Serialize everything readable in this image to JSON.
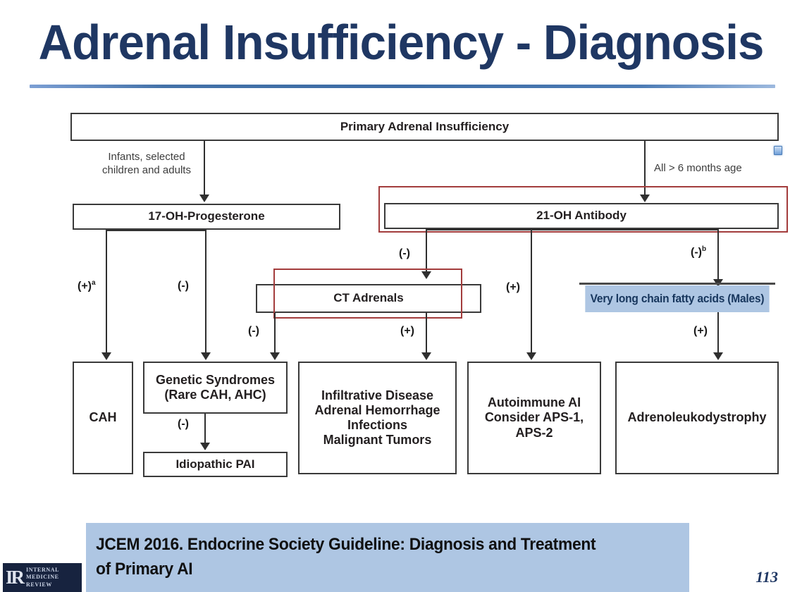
{
  "slide": {
    "title": "Adrenal Insufficiency - Diagnosis",
    "page_number": "113",
    "accent_color": "#1F3763",
    "rule_color": "#4472A8",
    "highlight_red": "#A33C3C",
    "highlight_blue": "#AEC6E3"
  },
  "diagram": {
    "root": {
      "label": "Primary Adrenal Insufficiency"
    },
    "branch_notes": {
      "left": "Infants, selected\nchildren and adults",
      "right": "All > 6 months age"
    },
    "tests": {
      "progesterone": {
        "label": "17-OH-Progesterone"
      },
      "antibody": {
        "label": "21-OH Antibody",
        "highlighted": true
      },
      "ct_adrenals": {
        "label": "CT Adrenals",
        "highlighted": true
      },
      "vlcfa": {
        "label": "Very long chain fatty acids (Males)",
        "highlighted": true
      }
    },
    "outcomes": {
      "cah": {
        "label": "CAH"
      },
      "genetic_syndromes": {
        "label": "Genetic Syndromes\n(Rare CAH, AHC)"
      },
      "idiopathic_pai": {
        "label": "Idiopathic PAI"
      },
      "infiltrative": {
        "label": "Infiltrative Disease\nAdrenal Hemorrhage\nInfections\nMalignant Tumors"
      },
      "autoimmune": {
        "label": "Autoimmune AI\nConsider APS-1,\nAPS-2"
      },
      "ald": {
        "label": "Adrenoleukodystrophy"
      }
    },
    "edge_labels": {
      "prog_to_cah": "(+)",
      "prog_to_cah_sup": "a",
      "prog_to_genetic": "(-)",
      "genetic_to_idiopathic": "(-)",
      "antibody_to_ct": "(-)",
      "antibody_to_autoimmune": "(+)",
      "antibody_to_vlcfa": "(-)",
      "antibody_to_vlcfa_sup": "b",
      "ct_negative": "(-)",
      "ct_positive": "(+)",
      "vlcfa_positive": "(+)"
    }
  },
  "citation": {
    "text": "JCEM 2016. Endocrine Society Guideline: Diagnosis and Treatment\nof Primary AI"
  },
  "logo": {
    "monogram": "IR",
    "line1": "INTERNAL",
    "line2": "MEDICINE",
    "line3": "REVIEW"
  }
}
